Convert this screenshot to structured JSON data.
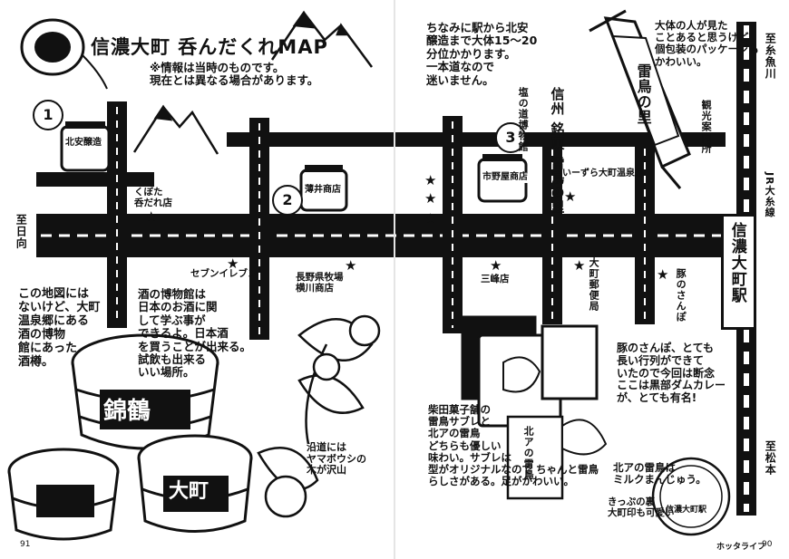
{
  "header": {
    "title": "信濃大町 呑んだくれMAP",
    "note": "※情報は当時のものです。\n現在とは異なる場合があります。"
  },
  "markers": [
    {
      "num": "1",
      "label": "北安醸造"
    },
    {
      "num": "2",
      "label": "薄井商店"
    },
    {
      "num": "3",
      "label": "市野屋商店"
    }
  ],
  "places": {
    "kubota": "くぼた\n呑だれ店",
    "seven": "セブンイレブン",
    "yokokawa": "長野県牧場\n横川商店",
    "mitsuba": "三峰店",
    "shiobisai": "塩の道博物館",
    "kitamon": "いーずら大町温泉郷",
    "shibata": "柴田菓子舗",
    "post": "大町郵便局",
    "sobaya": "豚のさんぽ",
    "tourist": "観光案内所",
    "omachi_station": "信濃大町駅",
    "jr_line": "JR大糸線",
    "to_itoigawa": "至糸魚川",
    "to_matsumoto": "至松本",
    "to_kisaki": "至日向"
  },
  "callouts": {
    "walk_time": "ちなみに駅から北安\n醸造まで大体15〜20\n分位かかります。\n一本道なので\n迷いません。",
    "raicho": "信州\n銘菓\n雷鳥の里",
    "raicho_pkg": "雷鳥の里",
    "people_comment": "大体の人が見た\nことあると思うけど\n個包装のパッケージも\nかわいい。",
    "onsen_comment": "この地図には\nないけど、大町\n温泉郷にある\n酒の博物\n館にあった\n酒樽。",
    "museum_comment": "酒の博物館は\n日本のお酒に関\nして学ぶ事が\nできるよ。日本酒\nを買うことが出来る。\n試飲も出来る\nいい場所。",
    "yamabousi": "沿道には\nヤマボウシの\n木が沢山",
    "sweets_comment": "柴田菓子舗の\n雷鳥サブレと\n北アの雷鳥\nどちらも優しい\n味わい。サブレは\n型がオリジナルなので ちゃんと雷鳥\nらしさがある。足がかわいい。",
    "kitaa_comment": "北アの雷鳥は\nミルクまんじゅう。",
    "buta_comment": "豚のさんぽ、とても\n長い行列ができて\nいたので今回は断念\nここは黒部ダムカレー\nが、とても有名!",
    "kippu": "きっぷの裏\n大町印も可愛い",
    "barrel_kanji": "錦鶴",
    "barrel_kanji2": "大町",
    "milk_pkg": "北アの雷鳥",
    "stamp": "信濃大町駅"
  },
  "footer": {
    "left_page": "91",
    "right_page": "90",
    "magazine": "ホッタライフ"
  }
}
